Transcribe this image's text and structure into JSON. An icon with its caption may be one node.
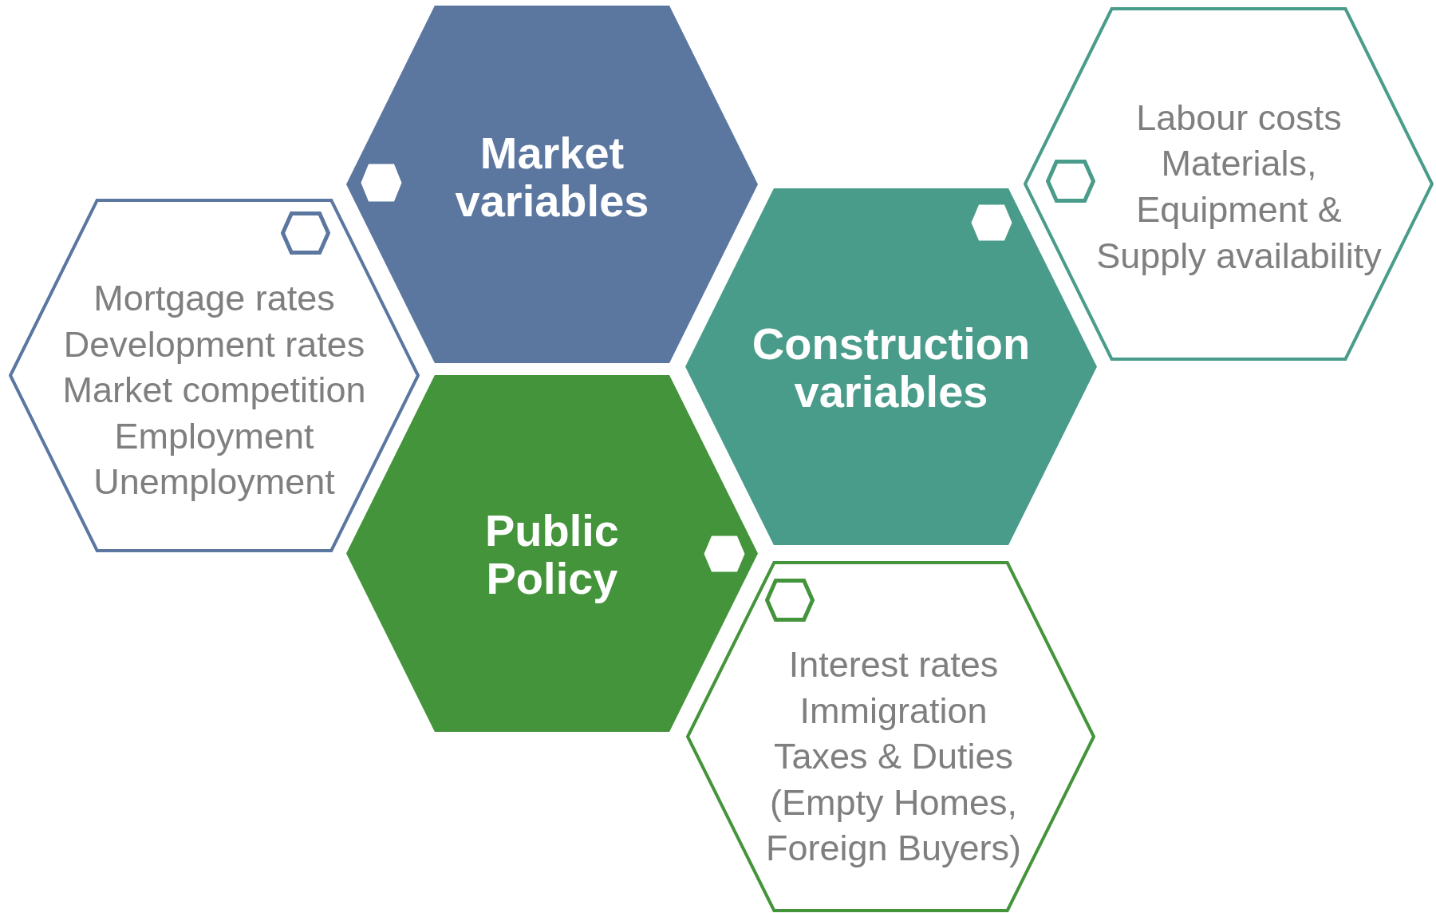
{
  "diagram": {
    "nodes": [
      {
        "text": [
          "Market variables"
        ]
      },
      {
        "text": [
          "Mortgage rates",
          "Development rates",
          "Market competition",
          "Employment",
          "Unemployment"
        ]
      },
      {
        "text": [
          "Construction variables"
        ]
      },
      {
        "text": [
          "Labour costs",
          "Materials, Equipment & Supply availability"
        ]
      },
      {
        "text": [
          "Public Policy"
        ]
      },
      {
        "text": [
          "Interest rates",
          "Immigration",
          "Taxes & Duties",
          "(Empty Homes, Foreign Buyers)"
        ]
      }
    ],
    "edges": []
  }
}
